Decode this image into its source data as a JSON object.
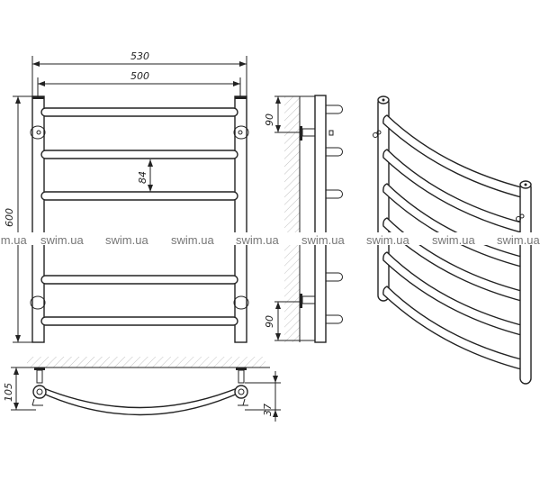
{
  "dimensions": {
    "overall_width": "530",
    "rail_width": "500",
    "height": "600",
    "rail_spacing": "84",
    "bracket_top_offset": "90",
    "bracket_bottom_offset": "90",
    "wall_depth": "105",
    "curve_depth": "37"
  },
  "watermark": "swim.ua"
}
